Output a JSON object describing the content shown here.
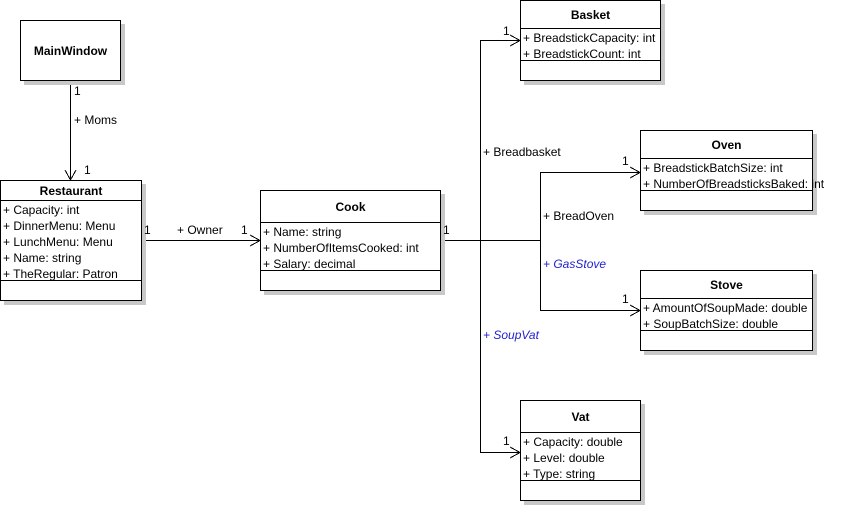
{
  "diagram": {
    "type": "UML class diagram",
    "classes": {
      "main_window": {
        "name": "MainWindow",
        "attributes": []
      },
      "restaurant": {
        "name": "Restaurant",
        "attributes": [
          "+ Capacity: int",
          "+ DinnerMenu: Menu",
          "+ LunchMenu: Menu",
          "+ Name: string",
          "+ TheRegular: Patron"
        ]
      },
      "cook": {
        "name": "Cook",
        "attributes": [
          "+ Name: string",
          "+ NumberOfItemsCooked: int",
          "+ Salary: decimal"
        ]
      },
      "basket": {
        "name": "Basket",
        "attributes": [
          "+ BreadstickCapacity: int",
          "+ BreadstickCount: int"
        ]
      },
      "oven": {
        "name": "Oven",
        "attributes": [
          "+ BreadstickBatchSize: int",
          "+ NumberOfBreadsticksBaked: int"
        ]
      },
      "stove": {
        "name": "Stove",
        "attributes": [
          "+ AmountOfSoupMade: double",
          "+ SoupBatchSize: double"
        ]
      },
      "vat": {
        "name": "Vat",
        "attributes": [
          "+ Capacity: double",
          "+ Level: double",
          "+ Type: string"
        ]
      }
    },
    "associations": {
      "moms": {
        "from": "MainWindow",
        "to": "Restaurant",
        "role": "+ Moms",
        "source_mult": "1",
        "target_mult": "1"
      },
      "owner": {
        "from": "Restaurant",
        "to": "Cook",
        "role": "+ Owner",
        "source_mult": "1",
        "target_mult": "1"
      },
      "cook_source_mult": "1",
      "breadbasket": {
        "from": "Cook",
        "to": "Basket",
        "role": "+ Breadbasket",
        "target_mult": "1"
      },
      "bread_oven": {
        "from": "Cook",
        "to": "Oven",
        "role": "+ BreadOven",
        "target_mult": "1"
      },
      "gas_stove": {
        "from": "Cook",
        "to": "Stove",
        "role": "+ GasStove",
        "target_mult": "1",
        "derived": true
      },
      "soup_vat": {
        "from": "Cook",
        "to": "Vat",
        "role": "+ SoupVat",
        "target_mult": "1",
        "derived": true
      }
    },
    "colors": {
      "line": "#000000",
      "derived_label": "#1f1fd0",
      "shadow": "#c8c8c8"
    }
  }
}
